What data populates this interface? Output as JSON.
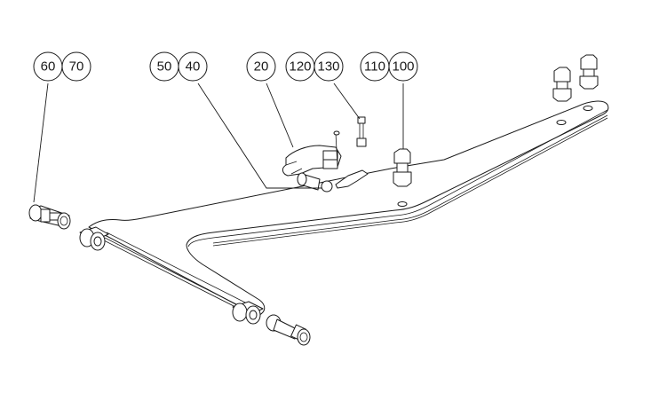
{
  "drawing": {
    "type": "exploded assembly view",
    "line_color": "#1a1a1a",
    "background": "#ffffff"
  },
  "balloons": [
    {
      "id": "b60",
      "label": "60"
    },
    {
      "id": "b70",
      "label": "70"
    },
    {
      "id": "b50",
      "label": "50"
    },
    {
      "id": "b40",
      "label": "40"
    },
    {
      "id": "b20",
      "label": "20"
    },
    {
      "id": "b120",
      "label": "120"
    },
    {
      "id": "b130",
      "label": "130"
    },
    {
      "id": "b110",
      "label": "110"
    },
    {
      "id": "b100",
      "label": "100"
    }
  ],
  "parts": [
    {
      "name": "a-frame-arm",
      "description": "Main V-shaped arm plate"
    },
    {
      "name": "clamp-bracket",
      "description": "Clamp part 20"
    },
    {
      "name": "ball-joint",
      "description": "Ball stud part 40/50"
    },
    {
      "name": "bolt-pin-left",
      "description": "Bolt with nuts 60/70"
    },
    {
      "name": "bolt-pin-right",
      "description": "Bolt with nuts (lower)"
    },
    {
      "name": "small-bolt",
      "description": "Bolt 120/130"
    },
    {
      "name": "hex-bolt-nut",
      "description": "Hex bolt with nut 100/110"
    },
    {
      "name": "hex-bolt-upper-1",
      "description": "Hex bolt with nut (top right)"
    },
    {
      "name": "hex-bolt-upper-2",
      "description": "Hex bolt with nut (top right)"
    }
  ]
}
